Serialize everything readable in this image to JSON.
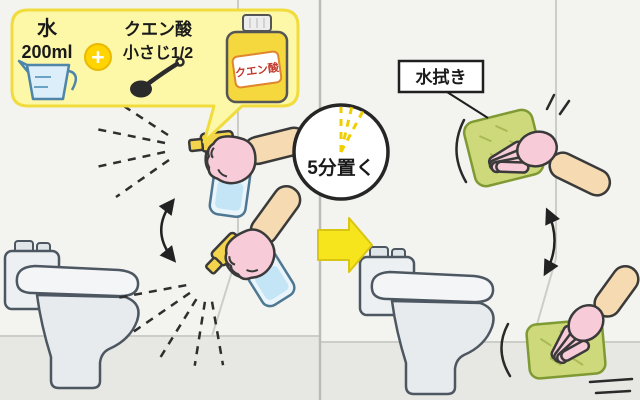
{
  "panel_left": {
    "bubble": {
      "water_name": "水",
      "water_amount": "200ml",
      "plus_sign": "+",
      "acid_name": "クエン酸",
      "acid_amount": "小さじ1/2",
      "bottle_label": "クエン酸"
    }
  },
  "transition": {
    "wait_text": "5分置く"
  },
  "panel_right": {
    "wipe_label": "水拭き"
  },
  "colors": {
    "bubble_yellow": "#FDF7A8",
    "accent_yellow": "#F6E51D",
    "clock_wedge_yellow": "#F0CF00",
    "glove_pink": "#F8CBD9",
    "skin_tone": "#F6DAB2",
    "sponge_green": "#CDD97B",
    "spray_liquid_blue": "#C3E5F5",
    "acid_bottle_yellow": "#F5D83E",
    "wall_gray": "#F3F3F0",
    "floor_gray": "#E7E7E3",
    "outline_dark": "#3A3A3A"
  }
}
